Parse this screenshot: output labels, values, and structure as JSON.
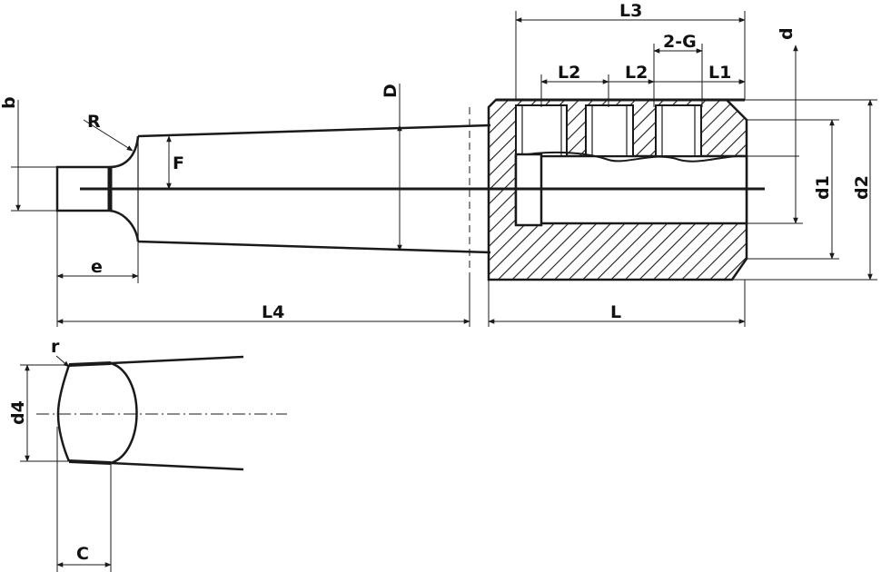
{
  "labels": {
    "L3": "L3",
    "G2": "2-G",
    "L2a": "L2",
    "L2b": "L2",
    "L1": "L1",
    "d": "d",
    "b": "b",
    "R": "R",
    "D": "D",
    "F": "F",
    "d1": "d1",
    "d2": "d2",
    "e": "e",
    "L4": "L4",
    "L": "L",
    "r": "r",
    "d4": "d4",
    "C": "C"
  },
  "colors": {
    "line": "#1a1a1a",
    "background": "#ffffff"
  }
}
